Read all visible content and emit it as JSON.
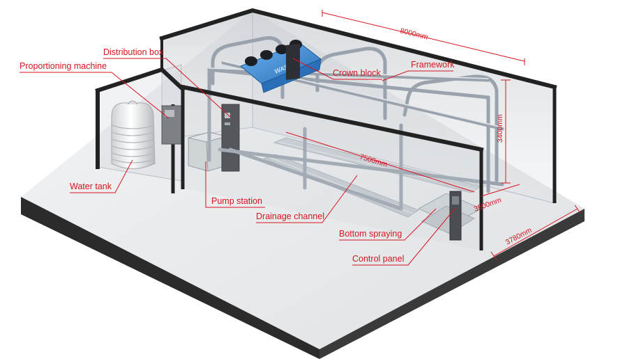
{
  "labels": {
    "distribution_box": "Distribution box",
    "proportioning_machine": "Proportioning machine",
    "crown_block": "Crown block",
    "framework": "Framework",
    "water_tank": "Water tank",
    "pump_station": "Pump station",
    "drainage_channel": "Drainage channel",
    "bottom_spraying": "Bottom spraying",
    "control_panel": "Control panel"
  },
  "dimensions": {
    "length_outer": "8000mm",
    "length_inner": "7500mm",
    "height": "3400mm",
    "width_inner": "3500mm",
    "width_outer": "3780mm"
  },
  "brand_text": "WASH",
  "colors": {
    "annotation": "#d6141f",
    "floor": "#e9ebed",
    "base": "#2b2b2b",
    "framework": "#9aa3ad",
    "crown_block": "#3f8ed8",
    "glass": "#c8cdd2"
  }
}
